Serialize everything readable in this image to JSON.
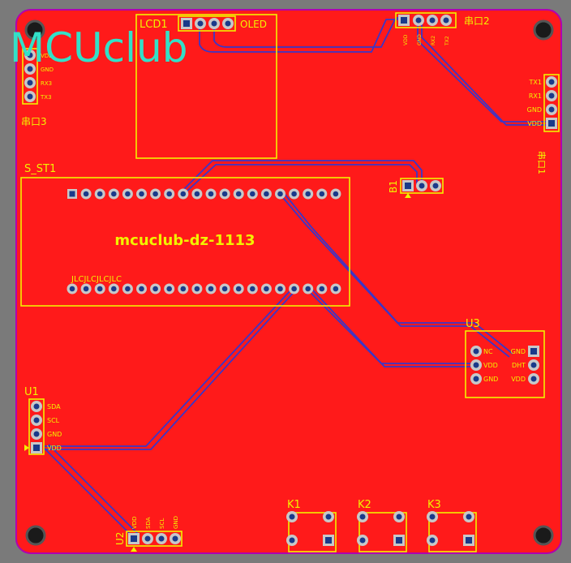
{
  "board": {
    "overlay_title": "MCUclub",
    "chip_name": "mcuclub-dz-1113",
    "chip_sub": "JLCJLCJLCJLC",
    "colors": {
      "background": "#7a7a7a",
      "copper": "#ff1a1a",
      "silkscreen": "#f2f200",
      "board_edge": "#b000b0",
      "trace": "#3a36c8",
      "title": "#33e0c8"
    }
  },
  "components": {
    "lcd": {
      "ref": "LCD1",
      "label": "OLED"
    },
    "port2": {
      "ref": "串口2",
      "pins": [
        "VDD",
        "GND",
        "RX2",
        "TX2"
      ]
    },
    "port3": {
      "ref": "串口3",
      "pins": [
        "VDD",
        "GND",
        "RX3",
        "TX3"
      ]
    },
    "port1": {
      "ref": "串口1",
      "pins": [
        "TX1",
        "RX1",
        "GND",
        "VDD"
      ]
    },
    "st1": {
      "ref": "S_ST1"
    },
    "b1": {
      "ref": "B1"
    },
    "u1": {
      "ref": "U1",
      "pins": [
        "SDA",
        "SCL",
        "GND",
        "VDD"
      ]
    },
    "u2": {
      "ref": "U2",
      "pins": [
        "VDD",
        "SDA",
        "SCL",
        "GND"
      ]
    },
    "u3": {
      "ref": "U3",
      "left_pins": [
        "NC",
        "VDD",
        "GND"
      ],
      "right_pins": [
        "GND",
        "DHT",
        "VDD"
      ]
    },
    "k1": {
      "ref": "K1"
    },
    "k2": {
      "ref": "K2"
    },
    "k3": {
      "ref": "K3"
    }
  }
}
